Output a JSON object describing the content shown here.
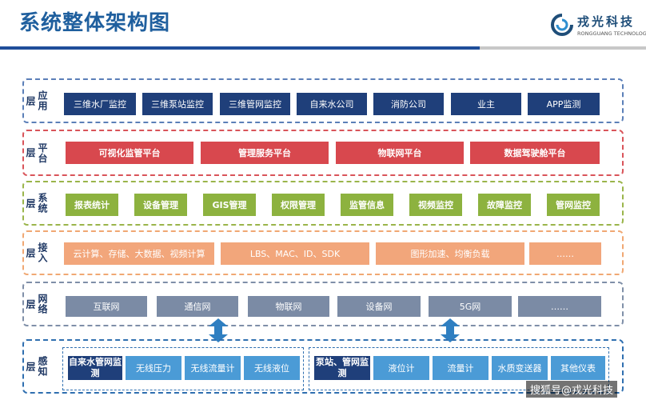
{
  "title": "系统整体架构图",
  "logo": {
    "name": "戎光科技",
    "sub": "RONGGUANG TECHNOLOGY"
  },
  "layers": {
    "app": {
      "label": "应用层",
      "items": [
        "三维水厂监控",
        "三维泵站监控",
        "三维管网监控",
        "自来水公司",
        "消防公司",
        "业主",
        "APP监测"
      ]
    },
    "platform": {
      "label": "平台层",
      "items": [
        "可视化监管平台",
        "管理服务平台",
        "物联网平台",
        "数据驾驶舱平台"
      ]
    },
    "system": {
      "label": "系统层",
      "items": [
        "报表统计",
        "设备管理",
        "GIS管理",
        "权限管理",
        "监管信息",
        "视频监控",
        "故障监控",
        "管网监控"
      ]
    },
    "access": {
      "label": "接入层",
      "items": [
        "云计算、存储、大数据、视频计算",
        "LBS、MAC、ID、SDK",
        "图形加速、均衡负载",
        "……"
      ]
    },
    "network": {
      "label": "网络层",
      "items": [
        "互联网",
        "通信网",
        "物联网",
        "设备网",
        "5G网",
        "……"
      ]
    },
    "sensing": {
      "label": "感知层",
      "left": [
        "自来水管网监测",
        "无线压力",
        "无线流量计",
        "无线液位"
      ],
      "right": [
        "泵站、管网监测",
        "液位计",
        "流量计",
        "水质变送器",
        "其他仪表"
      ]
    }
  },
  "watermark": "搜狐号@戎光科技",
  "colors": {
    "title": "#1f5f9e",
    "app": "#1f3f7a",
    "platform": "#d8484e",
    "system": "#8db23f",
    "access": "#f2a67b",
    "network": "#7b8ba5",
    "sensing": "#4b9bd6"
  }
}
